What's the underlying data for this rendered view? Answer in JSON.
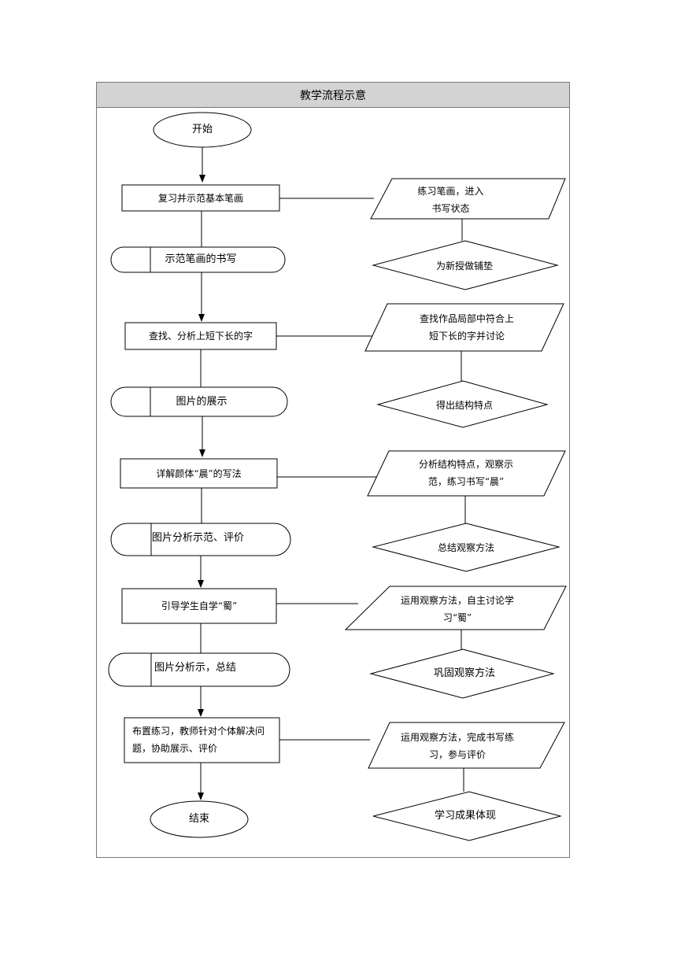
{
  "title": "教学流程示意",
  "terminals": {
    "start": "开始",
    "end": "结束"
  },
  "process": [
    "复习并示范基本笔画",
    "查找、分析上短下长的字",
    "详解颜体“晨”的写法",
    "引导学生自学“蜀”",
    "布置练习，教师针对个体解决问题，协助展示、评价"
  ],
  "media": [
    "示范笔画的书写",
    "图片的展示",
    "图片分析示范、评价",
    "图片分析示，总结"
  ],
  "student": [
    "练习笔画，进入书写状态",
    "查找作品局部中符合上短下长的字并讨论",
    "分析结构特点，观察示范，练习书写“晨”",
    "运用观察方法，自主讨论学习“蜀”",
    "运用观察方法，完成书写练习，参与评价"
  ],
  "outcome": [
    "为新授做铺垫",
    "得出结构特点",
    "总结观察方法",
    "巩固观察方法",
    "学习成果体现"
  ]
}
